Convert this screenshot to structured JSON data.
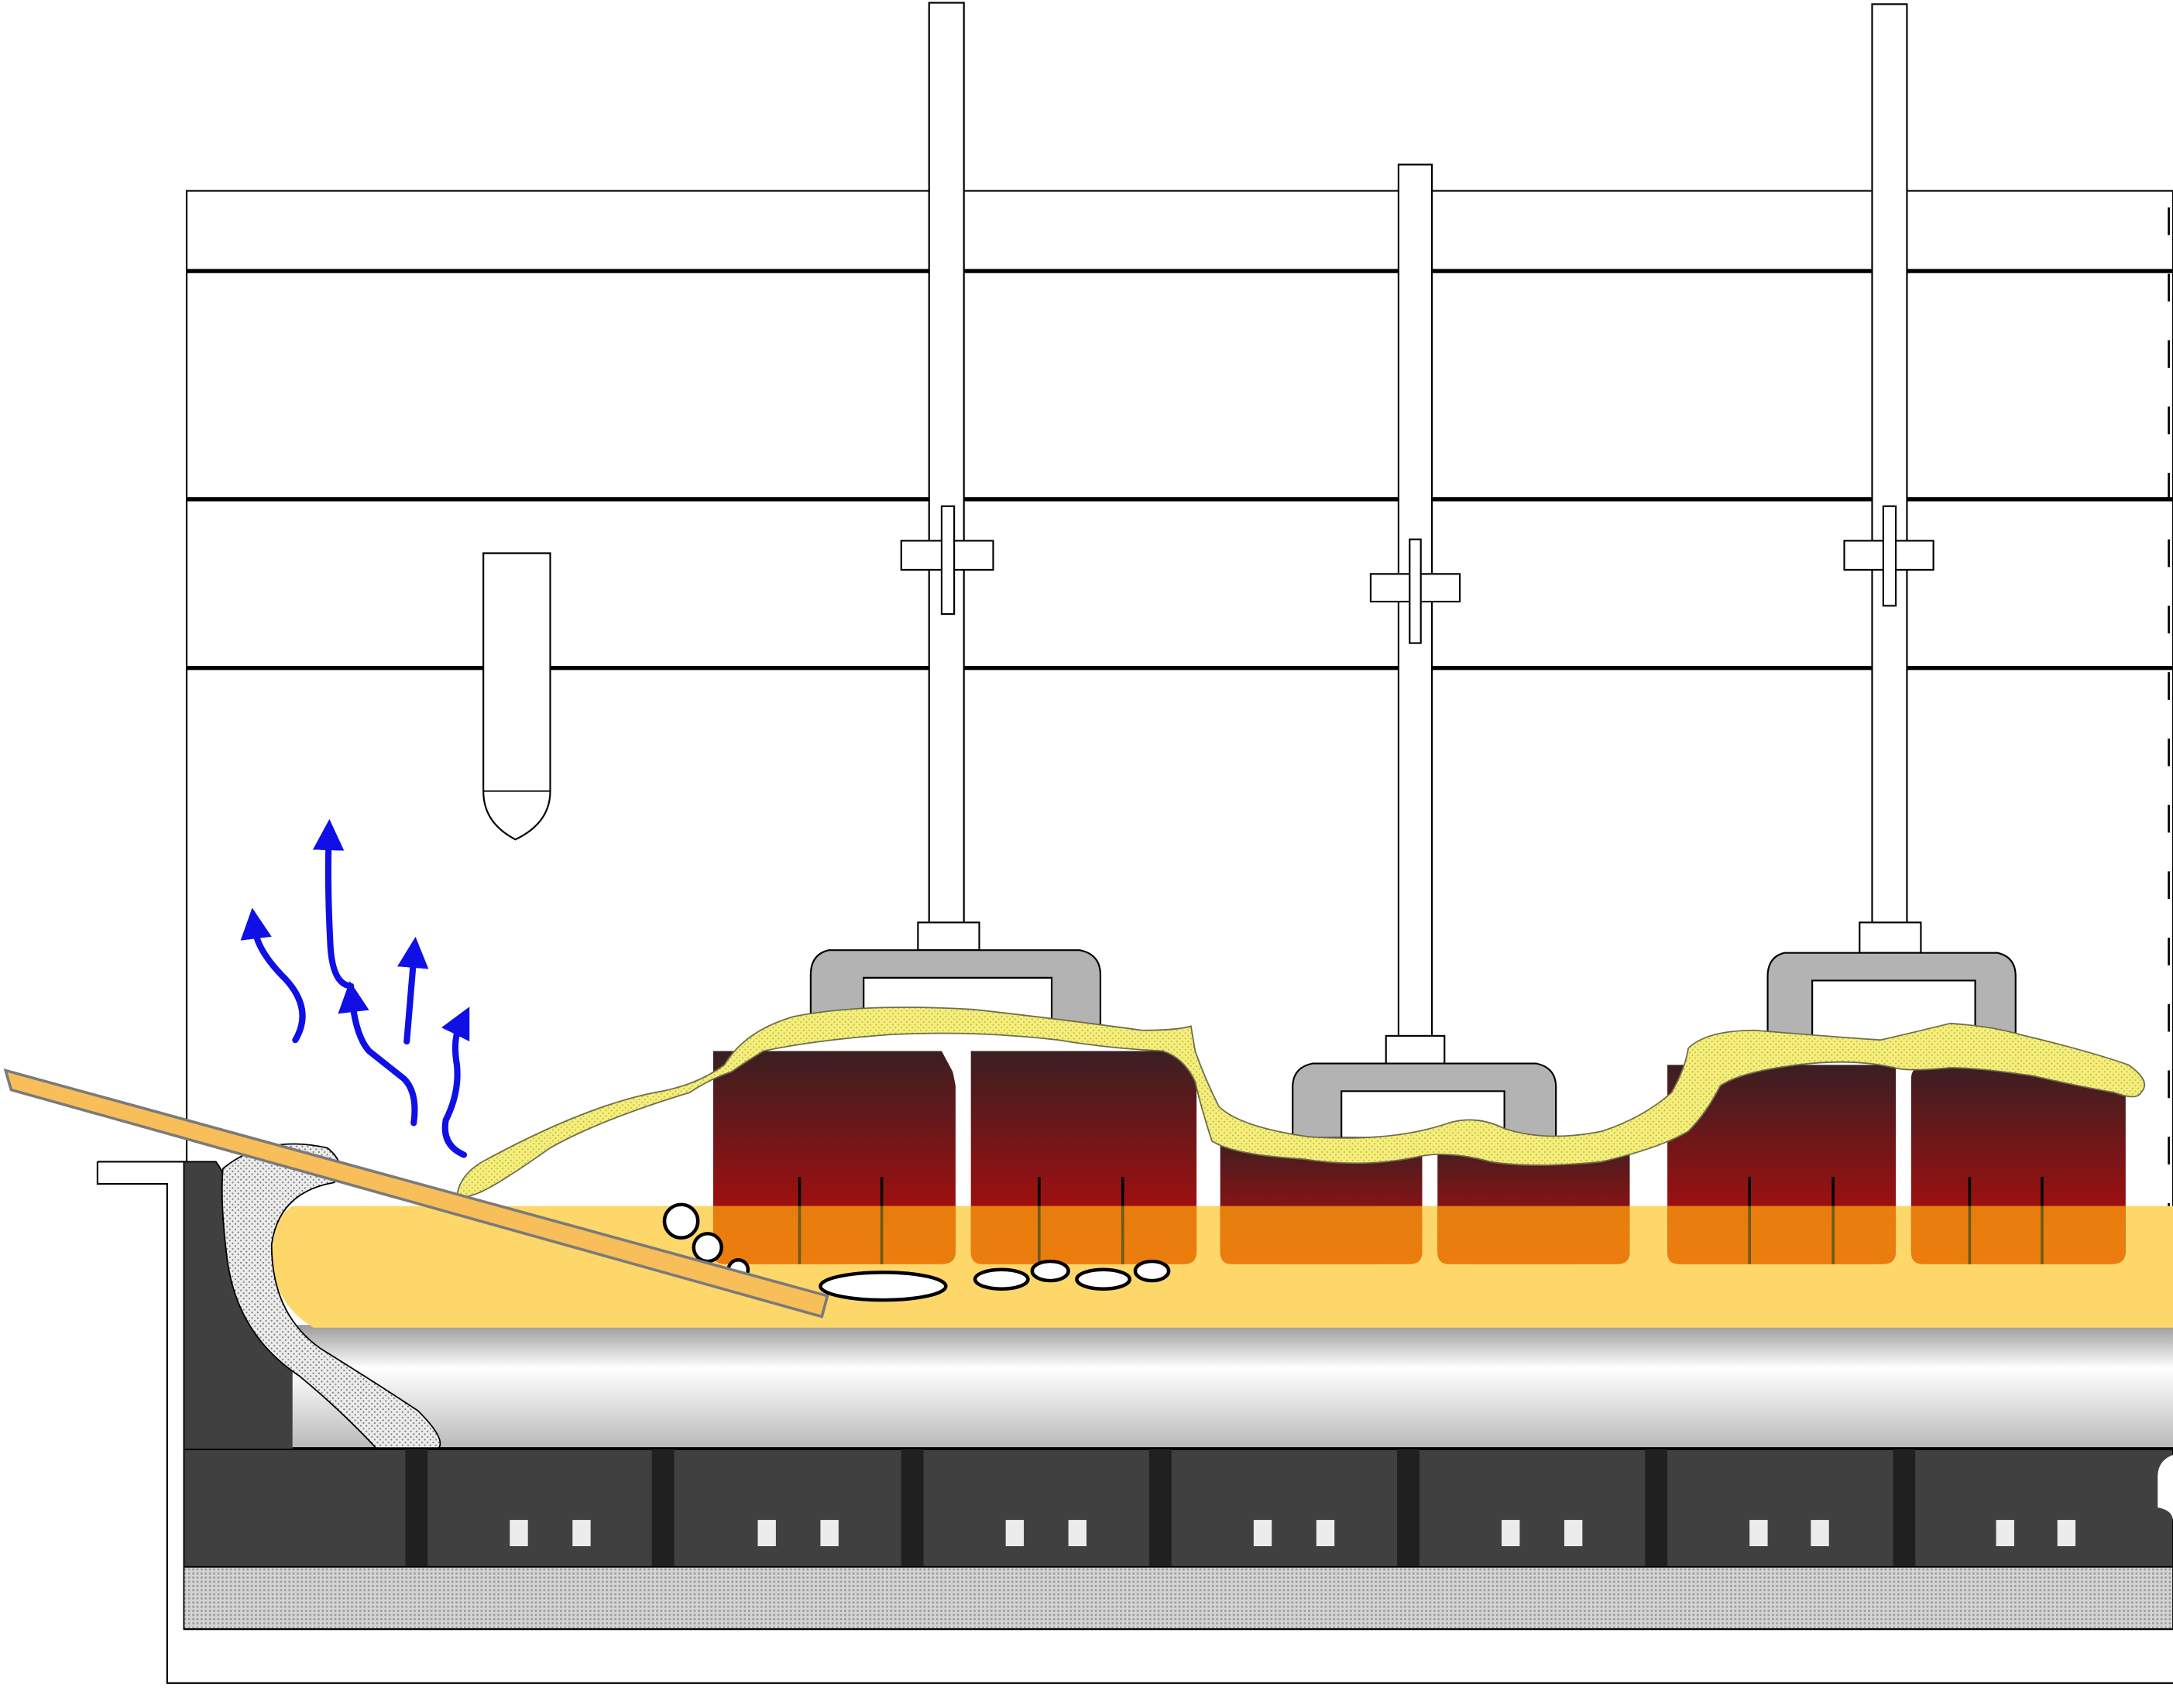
{
  "colors": {
    "outline": "#000000",
    "cell_wall": "#404040",
    "cell_wall_dark": "#202020",
    "hood": "#ffffff",
    "steel": "#b3b3b3",
    "bath": "#fdd76a",
    "anode_top": "#3a1f22",
    "anode_bottom": "#c40a0a",
    "anode_immersed": "#f08a0e",
    "crust": "#f5ee78",
    "crust_outline": "#6e6e4c",
    "ledge": "#e8e8e8",
    "gas_arrow": "#1010e6",
    "bubble": "#ffffff",
    "feeder_tube": "#f7be5a",
    "cathode_fill": "#e6e6e6",
    "insulation": "#cccccc"
  },
  "diagram": {
    "description_labels": [],
    "components": [
      "gas-hood",
      "alumina-feeder",
      "anode-assembly",
      "carbon-anode",
      "frozen-crust",
      "electrolyte-bath",
      "molten-aluminium",
      "cathode-block",
      "collector-bar",
      "side-ledge",
      "gas-bubble",
      "off-gas-arrow",
      "crust-breaker"
    ]
  }
}
